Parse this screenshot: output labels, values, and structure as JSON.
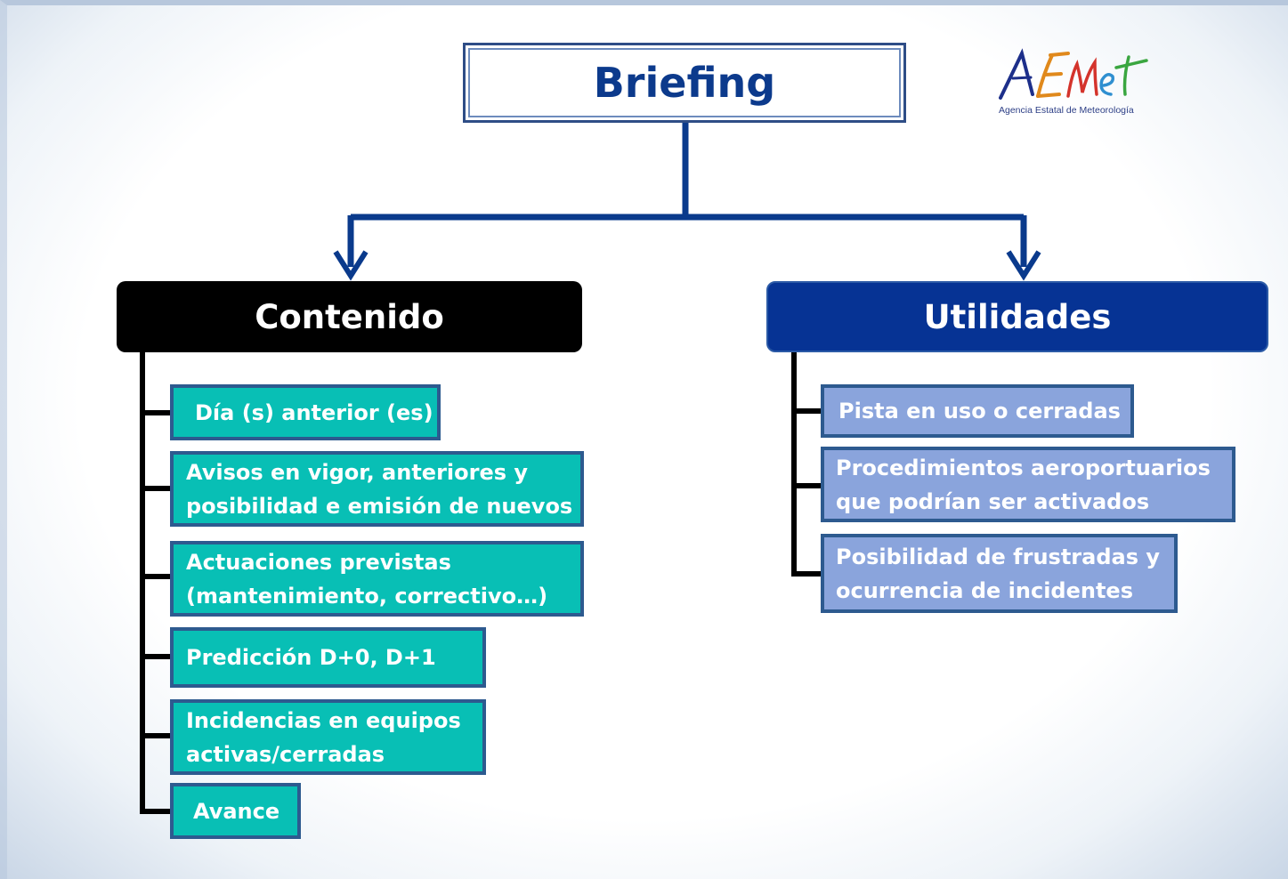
{
  "title": "Briefing",
  "logo": {
    "wordmark": "AEMet",
    "subtitle": "Agencia Estatal de Meteorología"
  },
  "branches": {
    "contenido": {
      "label": "Contenido",
      "items": [
        "Día (s) anterior (es)",
        "Avisos en vigor, anteriores y\nposibilidad e emisión de nuevos",
        "Actuaciones previstas\n(mantenimiento, correctivo…)",
        "Predicción D+0, D+1",
        "Incidencias en equipos\nactivas/cerradas",
        "Avance"
      ]
    },
    "utilidades": {
      "label": "Utilidades",
      "items": [
        "Pista en uso o cerradas",
        "Procedimientos aeroportuarios\nque podrían ser activados",
        "Posibilidad de frustradas y\nocurrencia de incidentes"
      ]
    }
  },
  "colors": {
    "title_text": "#0c3a8c",
    "connector": "#0a3a8c",
    "contenido_header": "#000000",
    "utilidades_header": "#063394",
    "contenido_item": "#08bfb5",
    "utilidades_item": "#8aa4dc",
    "item_border": "#2d5a8f"
  }
}
